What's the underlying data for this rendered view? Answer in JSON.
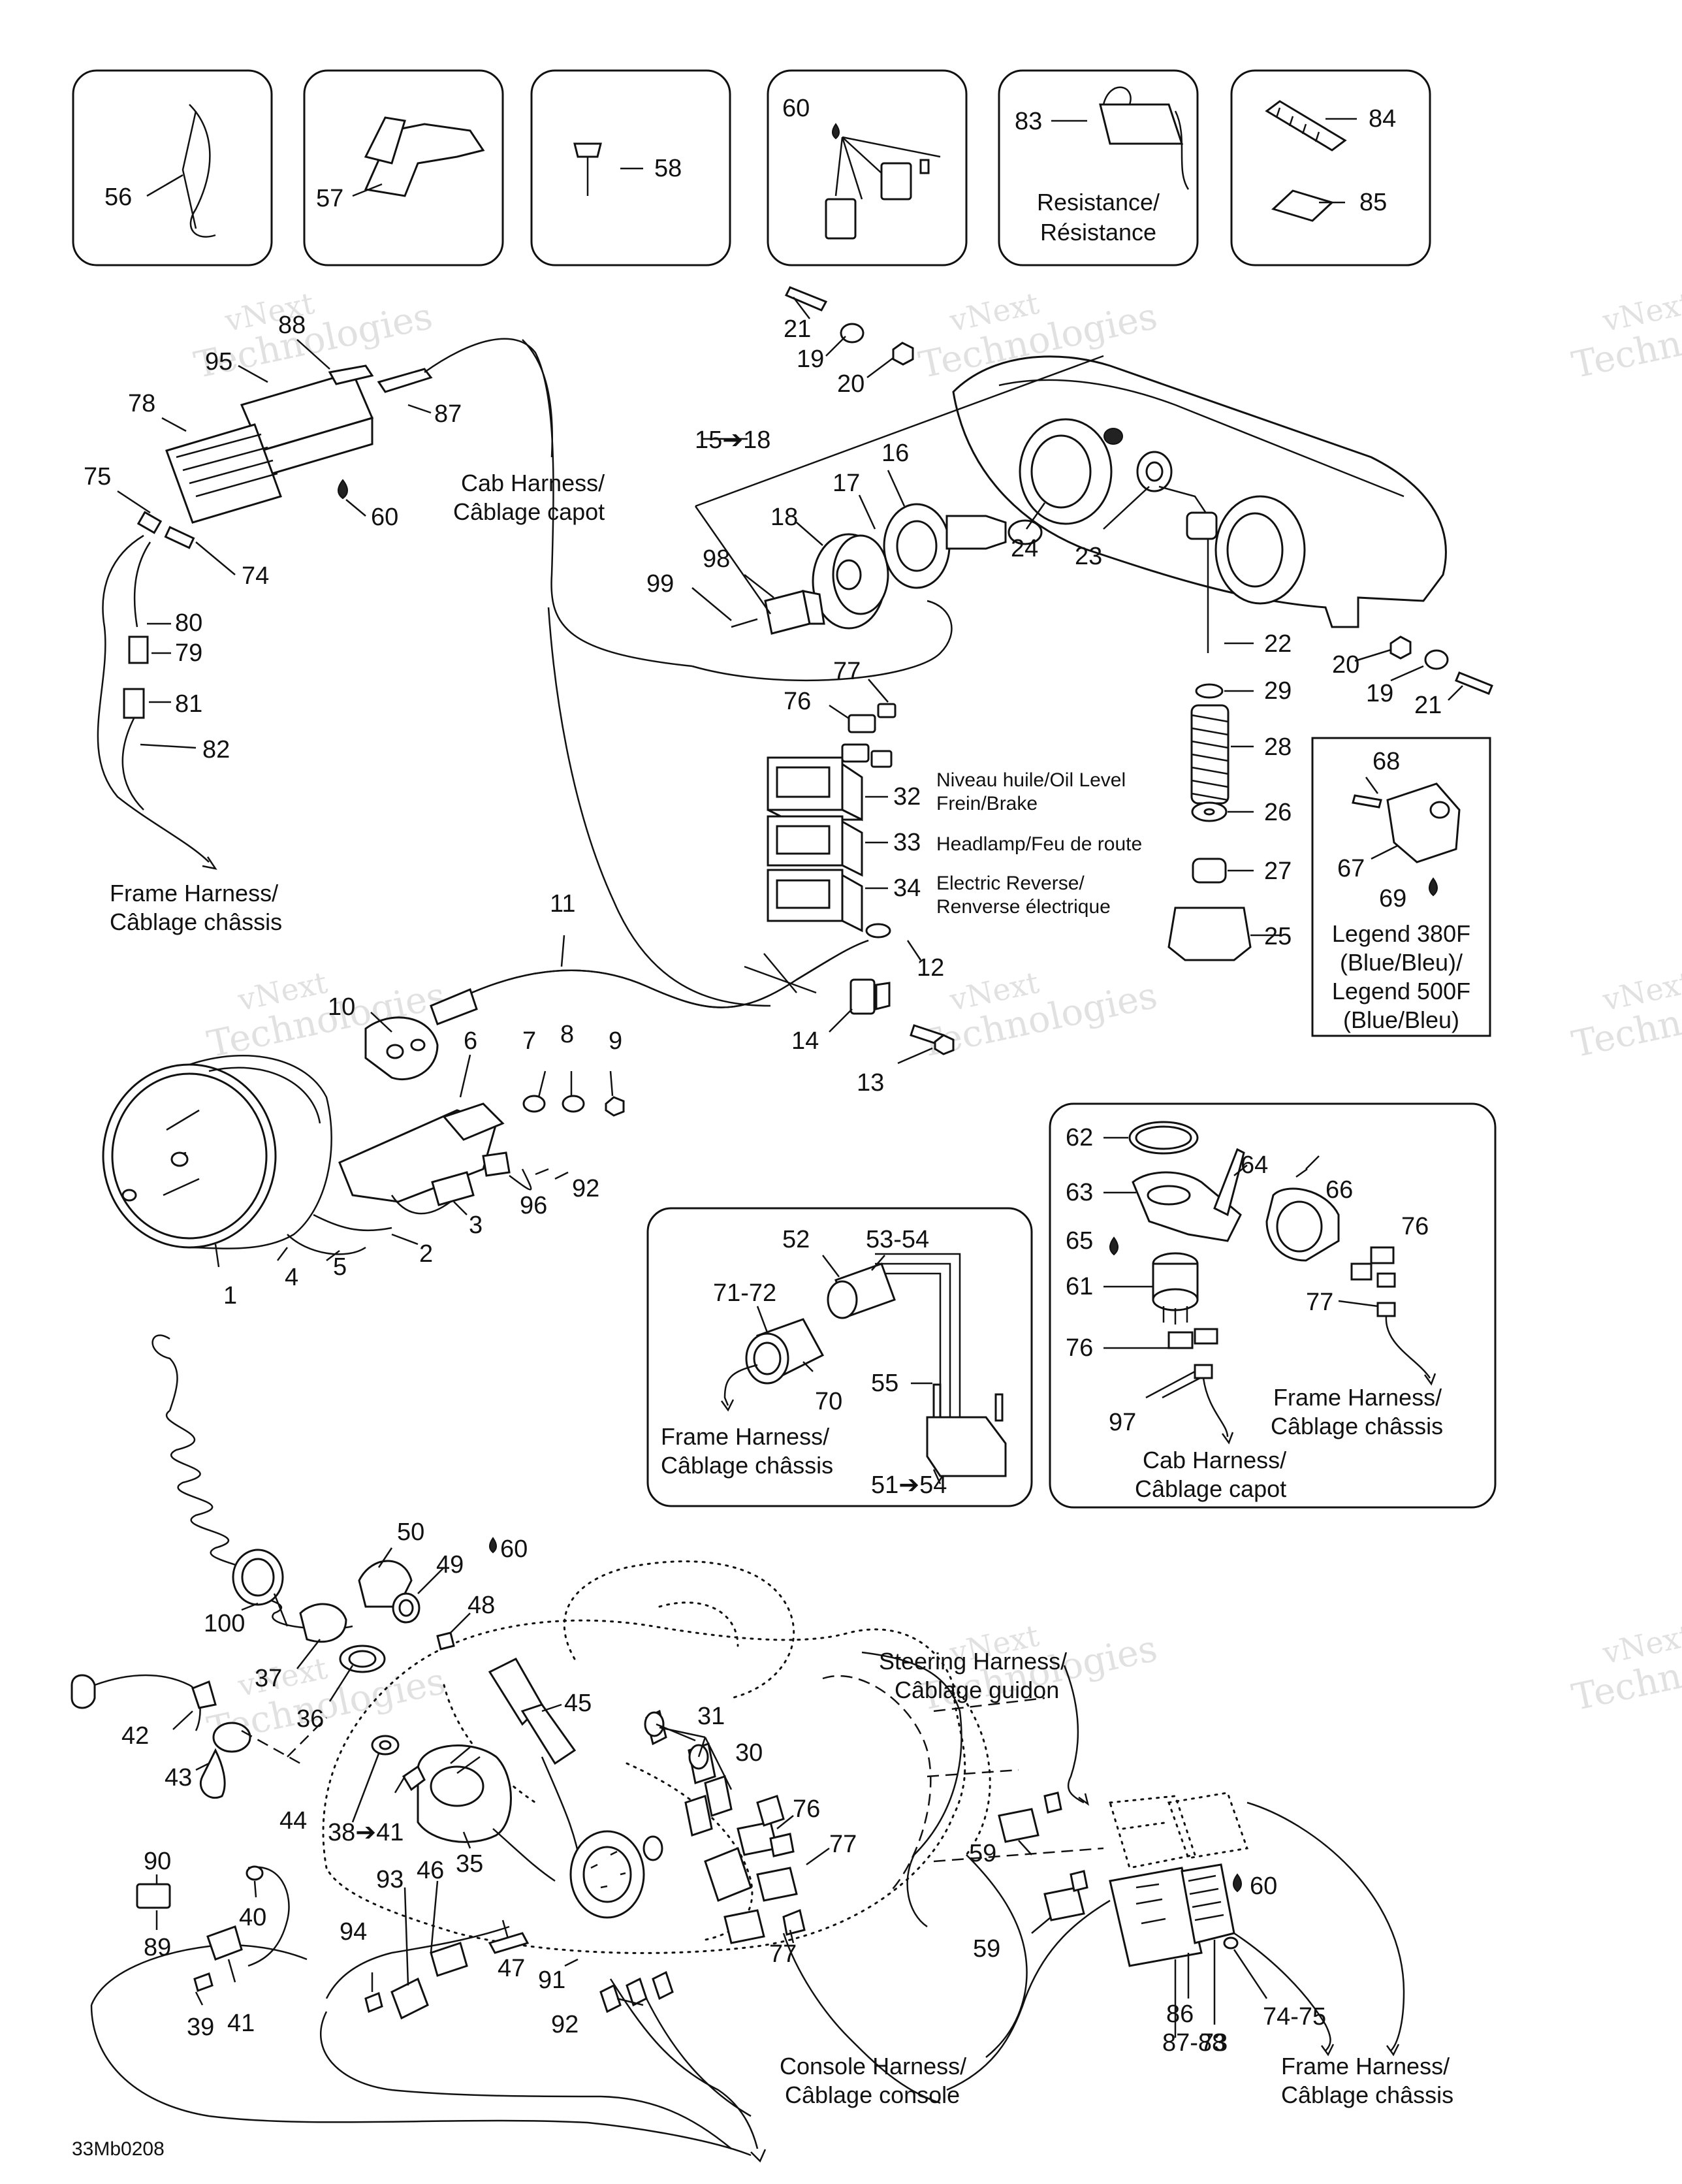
{
  "diagram_id": "33Mb0208",
  "watermark": {
    "line1": "vNext",
    "line2": "Technologies"
  },
  "callouts": {
    "c1": "1",
    "c2": "2",
    "c3": "3",
    "c4": "4",
    "c5": "5",
    "c6": "6",
    "c7": "7",
    "c8": "8",
    "c9": "9",
    "c10": "10",
    "c11": "11",
    "c12": "12",
    "c13": "13",
    "c14": "14",
    "c15_18": "15➔18",
    "c16": "16",
    "c17": "17",
    "c18": "18",
    "c19a": "19",
    "c19b": "19",
    "c20a": "20",
    "c20b": "20",
    "c21a": "21",
    "c21b": "21",
    "c22": "22",
    "c23": "23",
    "c24": "24",
    "c25": "25",
    "c26": "26",
    "c27": "27",
    "c28": "28",
    "c29": "29",
    "c30": "30",
    "c31": "31",
    "c32": "32",
    "c33": "33",
    "c34": "34",
    "c35": "35",
    "c36": "36",
    "c37": "37",
    "c38_41": "38➔41",
    "c39": "39",
    "c40": "40",
    "c41": "41",
    "c42": "42",
    "c43": "43",
    "c44": "44",
    "c45": "45",
    "c46": "46",
    "c47": "47",
    "c48": "48",
    "c49": "49",
    "c50": "50",
    "c51_54": "51➔54",
    "c52": "52",
    "c53_54": "53-54",
    "c55": "55",
    "c56": "56",
    "c57": "57",
    "c58": "58",
    "c59a": "59",
    "c59b": "59",
    "c60a": "60",
    "c60b": "60",
    "c60c": "60",
    "c60d": "60",
    "c61": "61",
    "c62": "62",
    "c63": "63",
    "c64": "64",
    "c65": "65",
    "c66": "66",
    "c67": "67",
    "c68": "68",
    "c69": "69",
    "c70": "70",
    "c71_72": "71-72",
    "c73": "73",
    "c74": "74",
    "c74_75": "74-75",
    "c75": "75",
    "c76a": "76",
    "c76b": "76",
    "c76c": "76",
    "c76d": "76",
    "c77a": "77",
    "c77b": "77",
    "c77c": "77",
    "c77d": "77",
    "c78": "78",
    "c79": "79",
    "c80": "80",
    "c81": "81",
    "c82": "82",
    "c83": "83",
    "c84": "84",
    "c85": "85",
    "c86": "86",
    "c87": "87",
    "c87_88": "87-88",
    "c88": "88",
    "c89": "89",
    "c90": "90",
    "c91": "91",
    "c92a": "92",
    "c92b": "92",
    "c93": "93",
    "c94": "94",
    "c95": "95",
    "c96": "96",
    "c97": "97",
    "c98": "98",
    "c99": "99",
    "c100": "100"
  },
  "labels": {
    "resistance_l1": "Resistance/",
    "resistance_l2": "Résistance",
    "cab_harness_l1": "Cab Harness/",
    "cab_harness_l2": "Câblage capot",
    "frame_harness_l1": "Frame Harness/",
    "frame_harness_l2": "Câblage châssis",
    "oil_level": "Niveau huile/Oil Level",
    "brake": "Frein/Brake",
    "headlamp": "Headlamp/Feu de route",
    "reverse_l1": "Electric Reverse/",
    "reverse_l2": "Renverse électrique",
    "legend_l1": "Legend 380F",
    "legend_l2": "(Blue/Bleu)/",
    "legend_l3": "Legend 500F",
    "legend_l4": "(Blue/Bleu)",
    "steering_l1": "Steering Harness/",
    "steering_l2": "Câblage guidon",
    "console_l1": "Console Harness/",
    "console_l2": "Câblage console"
  },
  "colors": {
    "ink": "#111111",
    "watermark": "#c9c9c9",
    "background": "#ffffff"
  }
}
